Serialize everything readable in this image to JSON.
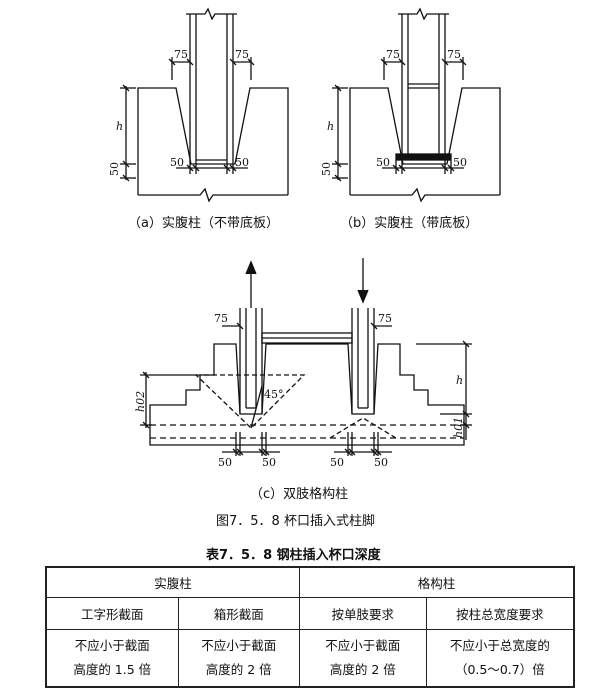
{
  "diagram": {
    "dims": {
      "d75": "75",
      "d50": "50",
      "h": "h",
      "h01": "h01",
      "h02": "h02",
      "angle": "45°"
    },
    "captions": {
      "a": "（a）实腹柱（不带底板）",
      "b": "（b）实腹柱（带底板）",
      "c": "（c）双肢格构柱"
    },
    "figure_title": "图7．5．8 杯口插入式柱脚"
  },
  "table": {
    "title": "表7．5．8 钢柱插入杯口深度",
    "groups": [
      "实腹柱",
      "格构柱"
    ],
    "headers": [
      "工字形截面",
      "箱形截面",
      "按单肢要求",
      "按柱总宽度要求"
    ],
    "cells": [
      [
        "不应小于截面",
        "高度的 1.5 倍"
      ],
      [
        "不应小于截面",
        "高度的 2 倍"
      ],
      [
        "不应小于截面",
        "高度的 2 倍"
      ],
      [
        "不应小于总宽度的",
        "（0.5～0.7）倍"
      ]
    ]
  }
}
